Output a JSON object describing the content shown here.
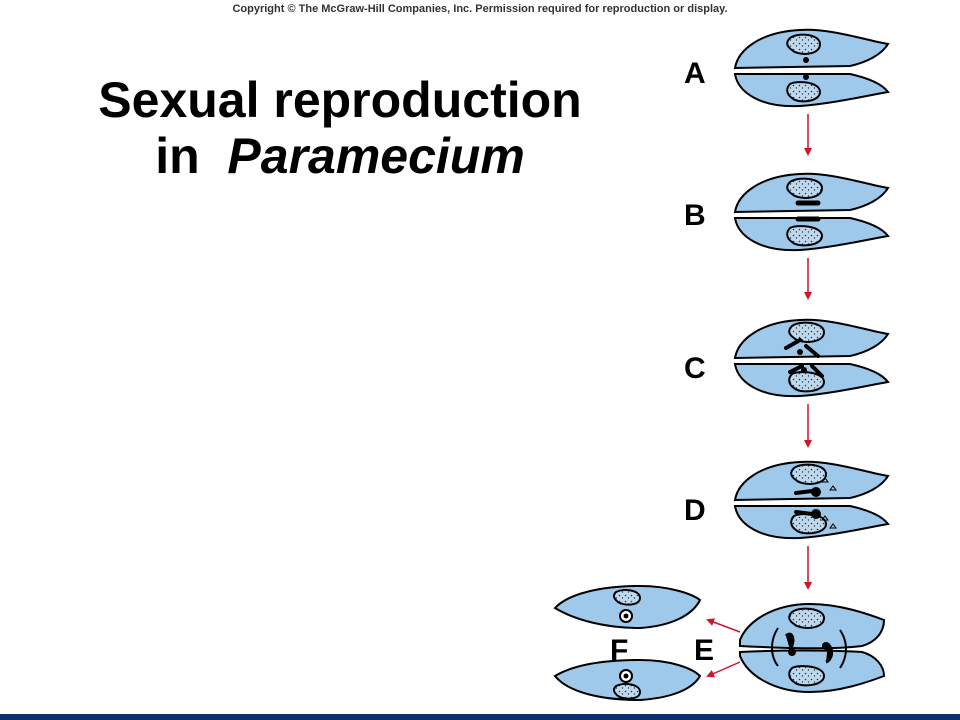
{
  "copyright": "Copyright © The McGraw-Hill Companies, Inc. Permission required for reproduction or display.",
  "title": {
    "line1": "Sexual reproduction",
    "line2_prefix": "in",
    "line2_italic": "Paramecium"
  },
  "stages": [
    {
      "label": "A"
    },
    {
      "label": "B"
    },
    {
      "label": "C"
    },
    {
      "label": "D"
    },
    {
      "label": "E"
    },
    {
      "label": "F"
    }
  ],
  "colors": {
    "cell_fill": "#9ec9ea",
    "outline": "#000000",
    "arrow": "#d0142c",
    "bottom_bar": "#0d2f6b"
  }
}
